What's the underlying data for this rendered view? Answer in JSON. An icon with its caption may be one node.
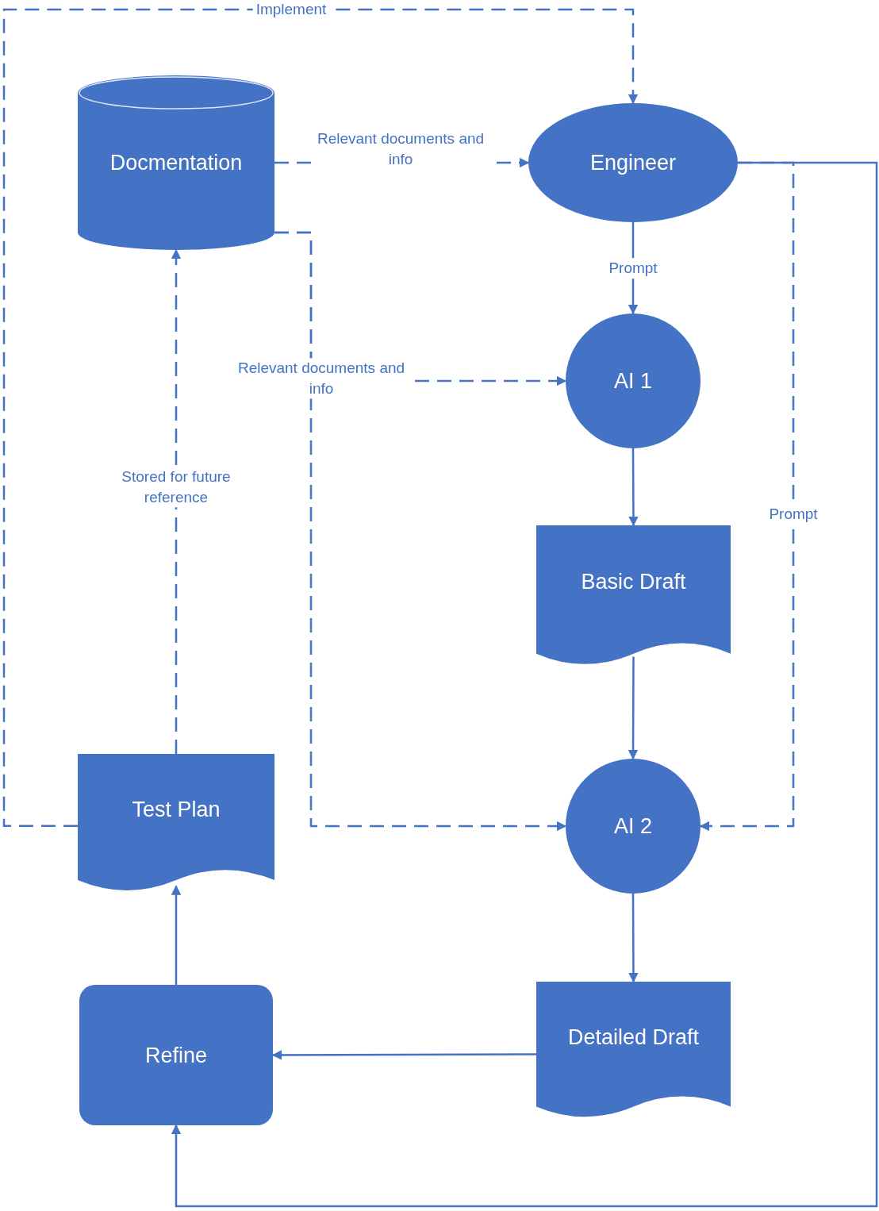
{
  "diagram": {
    "nodes": [
      {
        "text": [
          "Docmentation"
        ]
      },
      {
        "text": [
          "Engineer"
        ]
      },
      {
        "text": [
          "AI 1"
        ]
      },
      {
        "text": [
          "Basic Draft"
        ]
      },
      {
        "text": [
          "AI 2"
        ]
      },
      {
        "text": [
          "Test Plan"
        ]
      },
      {
        "text": [
          "Refine"
        ]
      },
      {
        "text": [
          "Detailed Draft"
        ]
      }
    ],
    "edges": [
      {
        "from": 5,
        "to": 1,
        "arrow": "to",
        "label": "Implement",
        "style": "dashed"
      },
      {
        "from": 0,
        "to": 1,
        "arrow": "to",
        "label": "Relevant documents and info",
        "style": "dashed"
      },
      {
        "from": 1,
        "to": 2,
        "arrow": "to",
        "label": "Prompt"
      },
      {
        "from": 0,
        "to": 2,
        "arrow": "to",
        "label": "Relevant documents and info",
        "style": "dashed"
      },
      {
        "from": 0,
        "to": 4,
        "arrow": "to",
        "style": "dashed"
      },
      {
        "from": 2,
        "to": 3,
        "arrow": "to"
      },
      {
        "from": 3,
        "to": 4,
        "arrow": "to"
      },
      {
        "from": 1,
        "to": 4,
        "arrow": "to",
        "label": "Prompt",
        "style": "dashed"
      },
      {
        "from": 1,
        "to": 6,
        "arrow": "to"
      },
      {
        "from": 4,
        "to": 7,
        "arrow": "to"
      },
      {
        "from": 7,
        "to": 6,
        "arrow": "to"
      },
      {
        "from": 6,
        "to": 5,
        "arrow": "to"
      },
      {
        "from": 5,
        "to": 0,
        "arrow": "to",
        "label": "Stored for future reference",
        "style": "dashed"
      }
    ]
  }
}
